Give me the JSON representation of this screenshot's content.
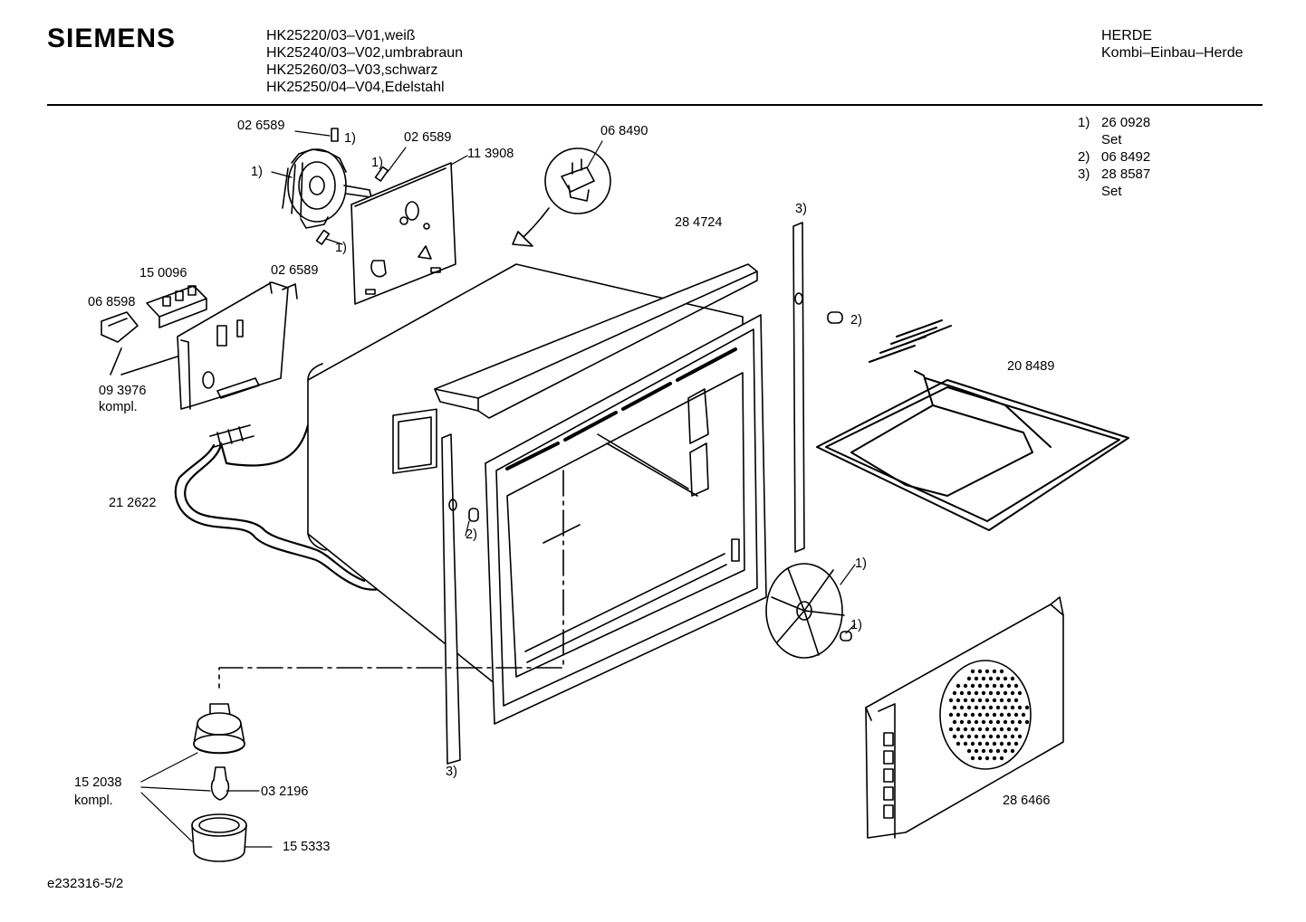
{
  "header": {
    "brand": "SIEMENS",
    "models": [
      "HK25220/03–V01,weiß",
      "HK25240/03–V02,umbrabraun",
      "HK25260/03–V03,schwarz",
      "HK25250/04–V04,Edelstahl"
    ],
    "category": "HERDE",
    "subcategory": "Kombi–Einbau–Herde"
  },
  "notes": [
    {
      "key": "1)",
      "value": "26 0928",
      "extra": "Set"
    },
    {
      "key": "2)",
      "value": "06 8492",
      "extra": ""
    },
    {
      "key": "3)",
      "value": "28 8587",
      "extra": "Set"
    }
  ],
  "labels": {
    "p026589a": "02 6589",
    "n1a": "1)",
    "n1b": "1)",
    "p026589b": "02 6589",
    "p113908": "11 3908",
    "p068490": "06 8490",
    "n1c": "1)",
    "n1d": "1)",
    "p026589c": "02 6589",
    "p150096": "15 0096",
    "p068598": "06 8598",
    "p093976": "09 3976",
    "kompl1": "kompl.",
    "p284724": "28 4724",
    "n3a": "3)",
    "n2a": "2)",
    "p208489": "20 8489",
    "p212622": "21 2622",
    "n2b": "2)",
    "n1e": "1)",
    "n1f": "1)",
    "n3b": "3)",
    "p152038": "15 2038",
    "kompl2": "kompl.",
    "p032196": "03 2196",
    "p155333": "15 5333",
    "p286466": "28 6466"
  },
  "footer": {
    "doc_id": "e232316-5/2"
  }
}
